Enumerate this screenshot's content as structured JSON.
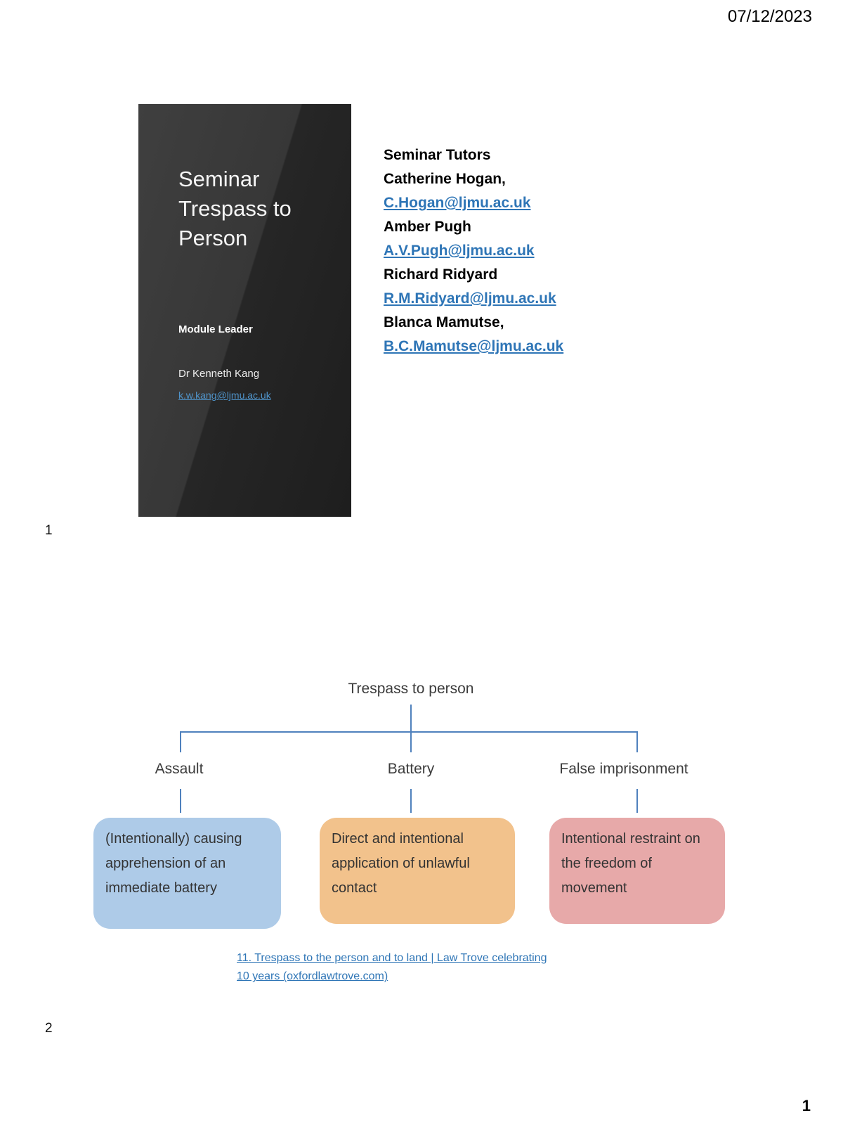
{
  "page": {
    "date": "07/12/2023",
    "page_number": "1"
  },
  "slide1": {
    "number": "1",
    "card": {
      "title": "Seminar Trespass to Person",
      "module_leader_label": "Module Leader",
      "leader_name": "Dr Kenneth Kang",
      "leader_email": "k.w.kang@ljmu.ac.uk"
    },
    "tutors": {
      "heading": "Seminar Tutors",
      "items": [
        {
          "name": "Catherine Hogan,",
          "email": "C.Hogan@ljmu.ac.uk"
        },
        {
          "name": "Amber Pugh",
          "email": "A.V.Pugh@ljmu.ac.uk"
        },
        {
          "name": "Richard Ridyard",
          "email": "R.M.Ridyard@ljmu.ac.uk"
        },
        {
          "name": "Blanca Mamutse,",
          "email": "B.C.Mamutse@ljmu.ac.uk"
        }
      ]
    }
  },
  "slide2": {
    "number": "2",
    "diagram": {
      "root": "Trespass to person",
      "branches": [
        {
          "label": "Assault",
          "description": "(Intentionally) causing apprehension of an immediate battery",
          "color": "#aecbe8"
        },
        {
          "label": "Battery",
          "description": "Direct and intentional application of unlawful contact",
          "color": "#f2c28c"
        },
        {
          "label": "False imprisonment",
          "description": "Intentional restraint on the freedom of movement",
          "color": "#e7a9a9"
        }
      ],
      "connector_color": "#4f81bd"
    },
    "source_link_line1": "11. Trespass to the person and to land | Law Trove celebrating",
    "source_link_line2": "10 years (oxfordlawtrove.com)"
  }
}
